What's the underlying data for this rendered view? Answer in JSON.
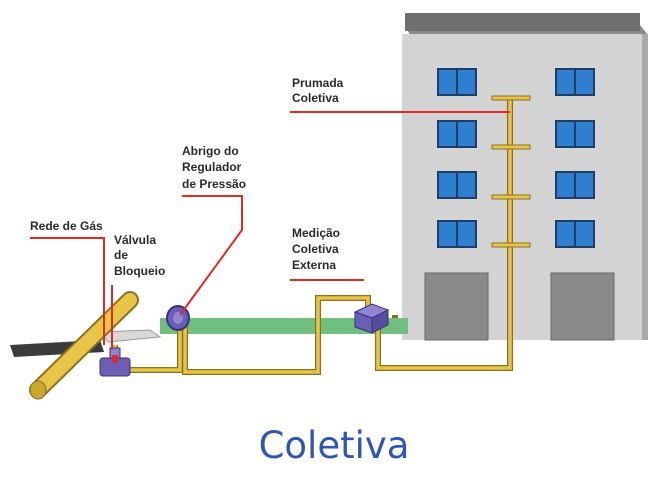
{
  "labels": {
    "prumada_1": "Prumada",
    "prumada_2": "Coletiva",
    "abrigo_1": "Abrigo do",
    "abrigo_2": "Regulador",
    "abrigo_3": "de Pressão",
    "rede": "Rede de Gás",
    "valvula_1": "Válvula",
    "valvula_2": "de",
    "valvula_3": "Bloqueio",
    "medicao_1": "Medição",
    "medicao_2": "Coletiva",
    "medicao_3": "Externa"
  },
  "caption": "Coletiva",
  "colors": {
    "pipe": "#e8c547",
    "pipe_outline": "#8a7020",
    "leader_line": "#e02a2a",
    "building": "#d3d3d3",
    "building_side": "#a9a9a9",
    "roof": "#6f6f6f",
    "window": "#2f7fd0",
    "ground_strip": "#6fbf7f",
    "valve": "#6a5fb5",
    "caption": "#2f55b5"
  }
}
